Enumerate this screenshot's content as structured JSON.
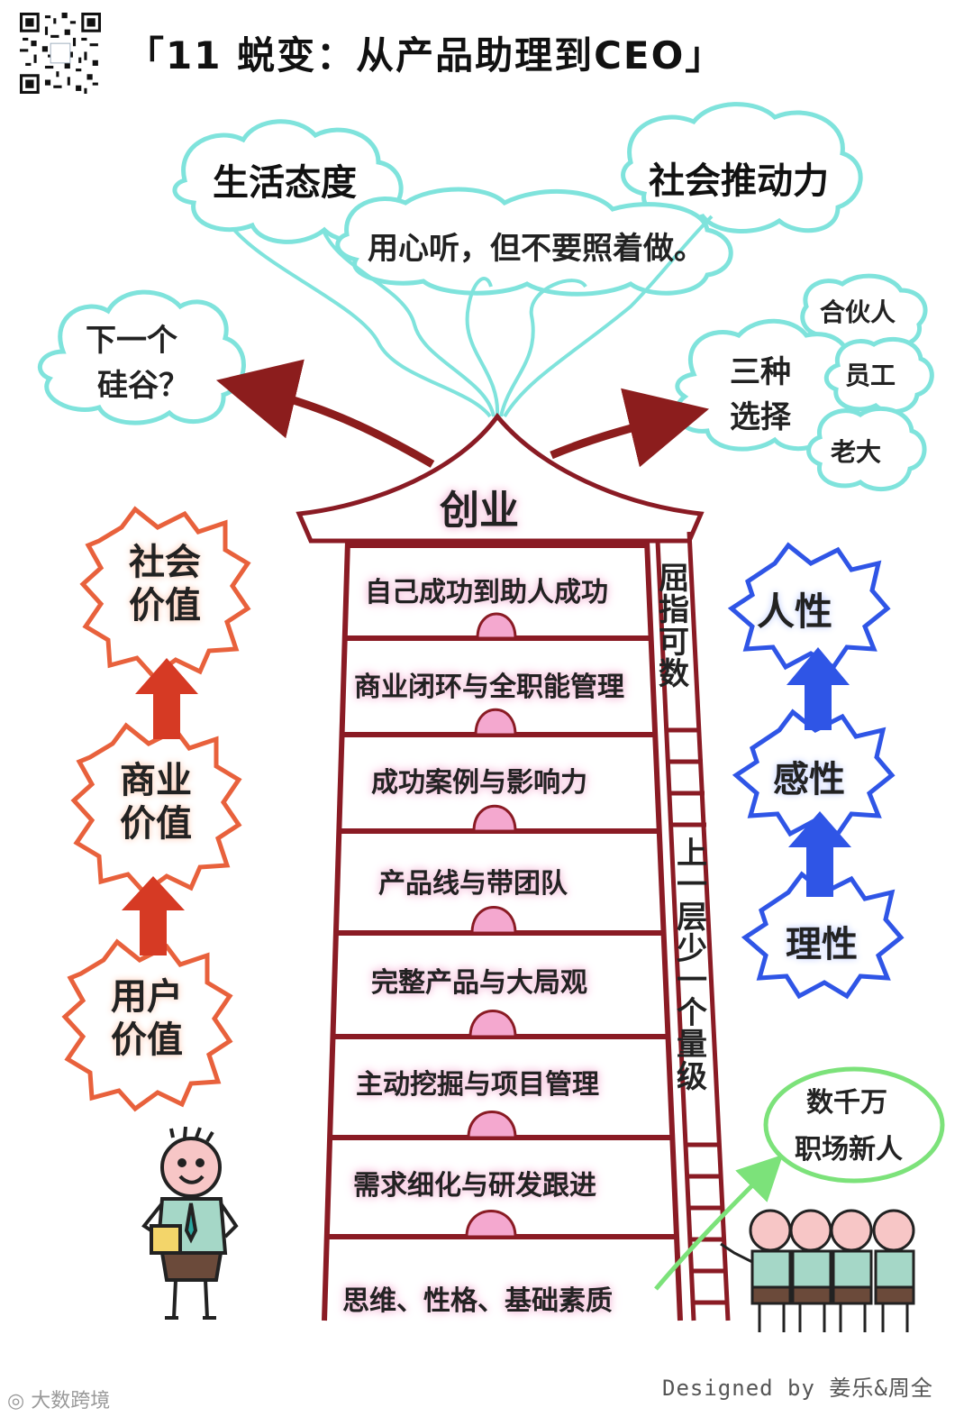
{
  "title": "「11 蜕变：从产品助理到CEO」",
  "top_clouds": {
    "left": "生活态度",
    "right": "社会推动力",
    "middle": "用心听，但不要照着做。"
  },
  "left_cloud": {
    "line1": "下一个",
    "line2": "硅谷？"
  },
  "right_cloud": {
    "center_line1": "三种",
    "center_line2": "选择",
    "options": [
      "合伙人",
      "员工",
      "老大"
    ]
  },
  "roof_label": "创业",
  "floors": [
    "自己成功到助人成功",
    "商业闭环与全职能管理",
    "成功案例与影响力",
    "产品线与带团队",
    "完整产品与大局观",
    "主动挖掘与项目管理",
    "需求细化与研发跟进",
    "思维、性格、基础素质"
  ],
  "ladder_side_text": {
    "top": "屈指可数",
    "bottom": "上一层少一个量级"
  },
  "left_values": {
    "top": {
      "line1": "社会",
      "line2": "价值"
    },
    "middle": {
      "line1": "商业",
      "line2": "价值"
    },
    "bottom": {
      "line1": "用户",
      "line2": "价值"
    }
  },
  "right_values": {
    "top": "人性",
    "middle": "感性",
    "bottom": "理性"
  },
  "newcomers_cloud": {
    "line1": "数千万",
    "line2": "职场新人"
  },
  "credit": "Designed by 姜乐&周全",
  "watermark": "大数跨境",
  "colors": {
    "cloud_outline": "#7fe3dc",
    "tower": "#8a1b24",
    "arrow_dark": "#8c1d1d",
    "orange": "#e8613c",
    "blue": "#2f55e6",
    "green": "#7ce27a",
    "pink": "#f4a8cf"
  }
}
